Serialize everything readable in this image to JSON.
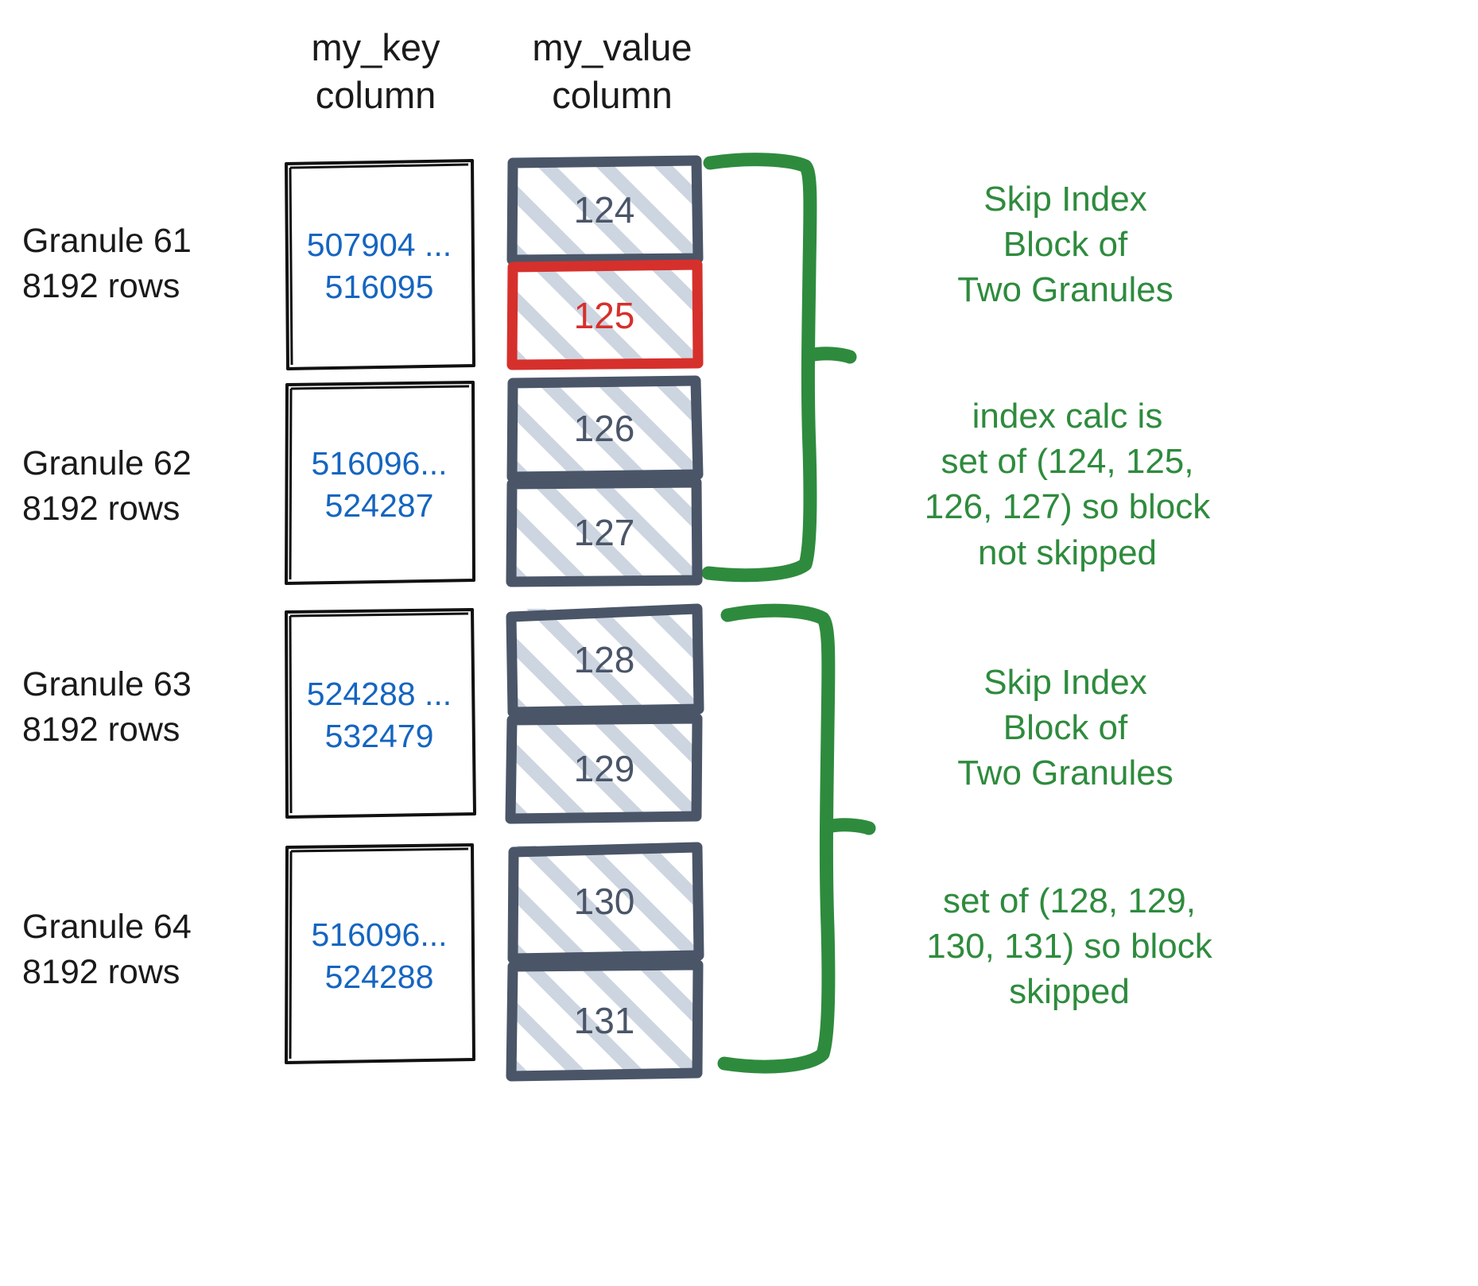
{
  "headers": {
    "key_column": "my_key\ncolumn",
    "value_column": "my_value\ncolumn"
  },
  "colors": {
    "key_text": "#1565c0",
    "value_text": "#4a5568",
    "highlight": "#d6302c",
    "annotation": "#2e8b3d",
    "value_box_border": "#4a5568",
    "hatch": "#c4ced b"
  },
  "granules": [
    {
      "label": "Granule 61\n8192 rows",
      "key_range": "507904 ...\n516095",
      "values": [
        {
          "value": "124",
          "highlighted": false
        },
        {
          "value": "125",
          "highlighted": true
        }
      ]
    },
    {
      "label": "Granule 62\n8192 rows",
      "key_range": "516096...\n524287",
      "values": [
        {
          "value": "126",
          "highlighted": false
        },
        {
          "value": "127",
          "highlighted": false
        }
      ]
    },
    {
      "label": "Granule 63\n8192 rows",
      "key_range": "524288 ...\n532479",
      "values": [
        {
          "value": "128",
          "highlighted": false
        },
        {
          "value": "129",
          "highlighted": false
        }
      ]
    },
    {
      "label": "Granule 64\n8192 rows",
      "key_range": "516096...\n524288",
      "values": [
        {
          "value": "130",
          "highlighted": false
        },
        {
          "value": "131",
          "highlighted": false
        }
      ]
    }
  ],
  "annotations": [
    {
      "text": "Skip Index\nBlock of\nTwo Granules"
    },
    {
      "text": "index calc is\nset of (124, 125,\n126, 127) so block\nnot skipped"
    },
    {
      "text": "Skip Index\nBlock of\nTwo Granules"
    },
    {
      "text": "set of (128, 129,\n130, 131) so block\nskipped"
    }
  ]
}
